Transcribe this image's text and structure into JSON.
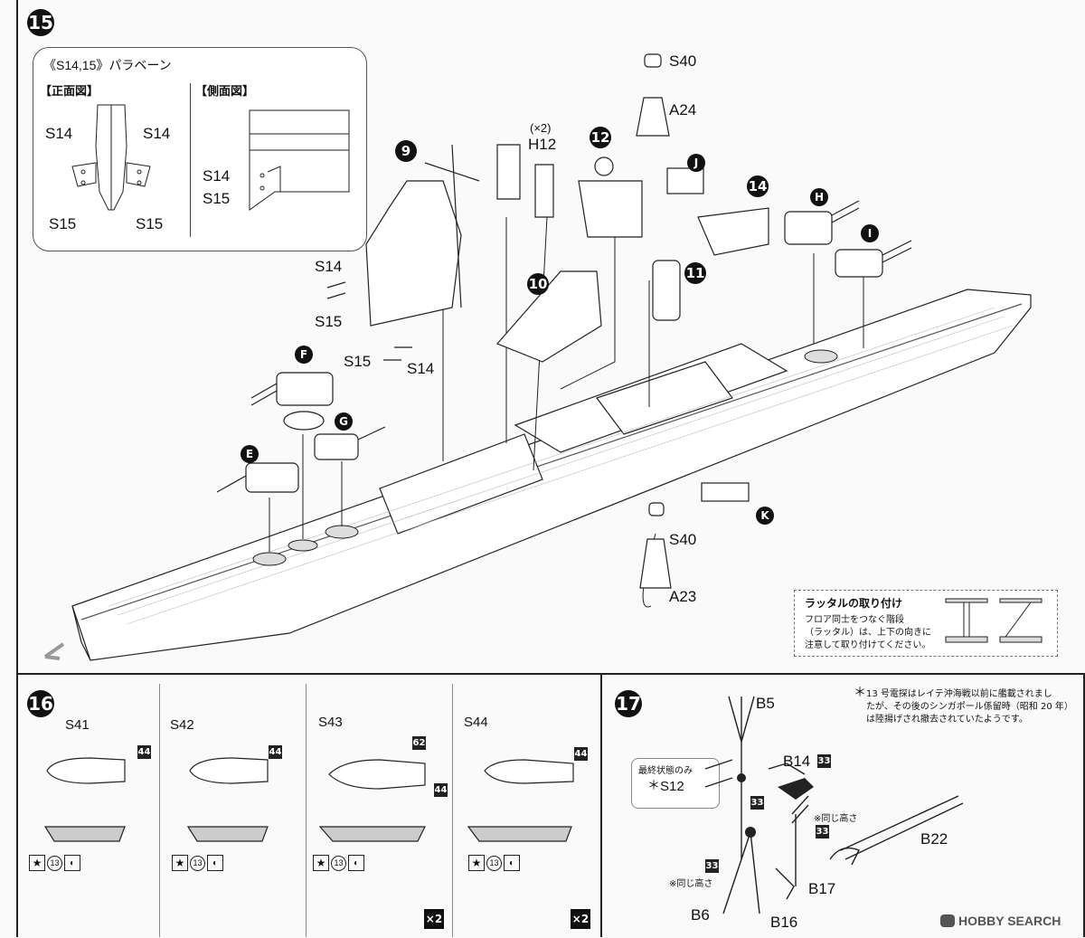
{
  "step15": {
    "number": "15",
    "inset": {
      "title": "《S14,15》パラベーン",
      "front_view": "【正面図】",
      "side_view": "【側面図】",
      "labels": [
        "S14",
        "S14",
        "S15",
        "S15",
        "S14",
        "S15"
      ]
    },
    "parts": {
      "s40_top": "S40",
      "a24": "A24",
      "x2": "(×2)",
      "h12": "H12",
      "s14_a": "S14",
      "s15_a": "S15",
      "s15_b": "S15",
      "s14_b": "S14",
      "s40_bottom": "S40",
      "a23": "A23"
    },
    "badges": {
      "b9": "9",
      "b12": "12",
      "bJ": "J",
      "b14": "14",
      "bH": "H",
      "bI": "I",
      "b10": "10",
      "b11": "11",
      "bF": "F",
      "bG": "G",
      "bE": "E",
      "bK": "K"
    },
    "ladder_note": {
      "title": "ラッタルの取り付け",
      "body_1": "フロア同士をつなぐ階段",
      "body_2": "（ラッタル）は、上下の向きに",
      "body_3": "注意して取り付けてください。"
    }
  },
  "step16": {
    "number": "16",
    "boats": [
      {
        "name": "S41",
        "paint": "44"
      },
      {
        "name": "S42",
        "paint": "44"
      },
      {
        "name": "S43",
        "paint_top": "62",
        "paint": "44"
      },
      {
        "name": "S44",
        "paint": "44"
      }
    ],
    "decal_number": "13",
    "multiplier": "×2"
  },
  "step17": {
    "number": "17",
    "note_1": "13 号電探はレイテ沖海戦以前に艦載されまし",
    "note_2": "たが、その後のシンガポール係留時（昭和 20 年）",
    "note_3": "は陸揚げされ撤去されていたようです。",
    "asterisk": "＊",
    "final_only": "最終状態のみ",
    "s12": "S12",
    "b5": "B5",
    "b14": "B14",
    "b22": "B22",
    "b17": "B17",
    "b16": "B16",
    "b6": "B6",
    "same_height_1": "※同じ高さ",
    "same_height_2": "※同じ高さ",
    "paint": "33"
  },
  "watermark": "HOBBY SEARCH"
}
